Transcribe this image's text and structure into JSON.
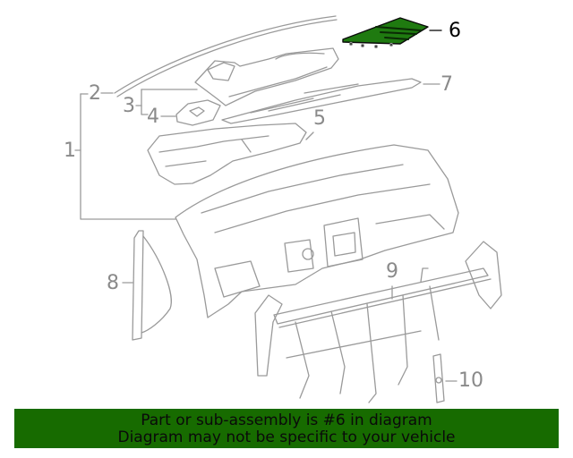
{
  "diagram": {
    "highlighted_part": "6",
    "highlight_color": "#1f7a10",
    "line_color": "#9a9a9a",
    "callouts": [
      {
        "number": "1",
        "label": "1"
      },
      {
        "number": "2",
        "label": "2"
      },
      {
        "number": "3",
        "label": "3"
      },
      {
        "number": "4",
        "label": "4"
      },
      {
        "number": "5",
        "label": "5"
      },
      {
        "number": "6",
        "label": "6"
      },
      {
        "number": "7",
        "label": "7"
      },
      {
        "number": "8",
        "label": "8"
      },
      {
        "number": "9",
        "label": "9"
      },
      {
        "number": "10",
        "label": "10"
      }
    ]
  },
  "footer": {
    "line1": "Part or sub-assembly is #6 in diagram",
    "line2": "Diagram may not be specific to your vehicle",
    "background": "#176b00"
  }
}
